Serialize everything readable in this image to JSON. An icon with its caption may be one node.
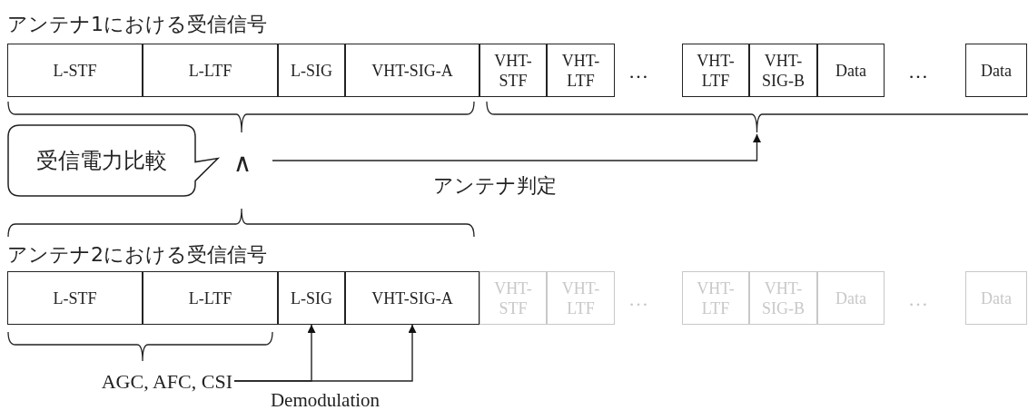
{
  "diagram": {
    "nodes": [
      {
        "text": [
          "L-STF"
        ]
      },
      {
        "text": [
          "L-LTF"
        ]
      },
      {
        "text": [
          "L-SIG"
        ]
      },
      {
        "text": [
          "VHT-SIG-A"
        ]
      },
      {
        "text": [
          "VHT-STF"
        ]
      },
      {
        "text": [
          "VHT-LTF"
        ]
      },
      {
        "text": [
          "VHT-LTF"
        ]
      },
      {
        "text": [
          "VHT-SIG-B"
        ]
      },
      {
        "text": [
          "Data"
        ]
      },
      {
        "text": [
          "Data"
        ]
      },
      {
        "text": [
          "受信電力比較"
        ]
      },
      {
        "text": [
          "∧"
        ]
      },
      {
        "text": [
          "L-STF"
        ]
      },
      {
        "text": [
          "L-LTF"
        ]
      },
      {
        "text": [
          "L-SIG"
        ]
      },
      {
        "text": [
          "VHT-SIG-A"
        ]
      },
      {
        "text": [
          "VHT-STF"
        ]
      },
      {
        "text": [
          "VHT-LTF"
        ]
      },
      {
        "text": [
          "VHT-LTF"
        ]
      },
      {
        "text": [
          "VHT-SIG-B"
        ]
      },
      {
        "text": [
          "Data"
        ]
      },
      {
        "text": [
          "Data"
        ]
      },
      {
        "text": [
          "AGC, AFC, CSI"
        ]
      },
      {
        "text": [],
        "shape": "bracket"
      }
    ],
    "edges": [
      {
        "from": 11,
        "to": 23,
        "arrow": "to",
        "label": "アンテナ判定"
      },
      {
        "from": 22,
        "to": 14,
        "arrow": "to",
        "label": "Demodulation"
      },
      {
        "from": 22,
        "to": 15,
        "arrow": "to"
      }
    ],
    "labels": [
      "アンテナ1における受信信号",
      "…",
      "…",
      "アンテナ2における受信信号",
      "…",
      "…"
    ]
  }
}
